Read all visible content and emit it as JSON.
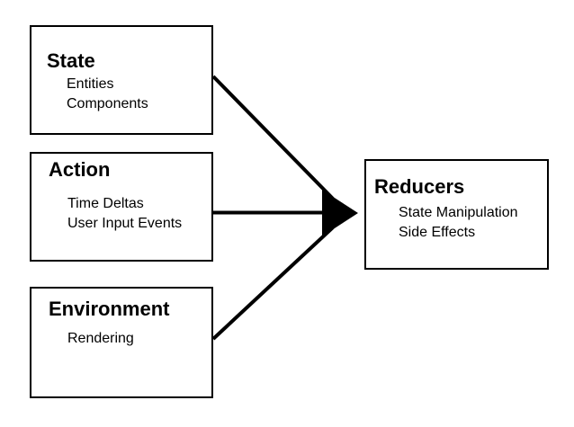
{
  "diagram": {
    "background_color": "#ffffff",
    "stroke_color": "#000000",
    "text_color": "#000000",
    "boxes": [
      {
        "title": "State",
        "items": [
          "Entities",
          "Components"
        ]
      },
      {
        "title": "Action",
        "items": [
          "Time Deltas",
          "User Input Events"
        ]
      },
      {
        "title": "Environment",
        "items": [
          "Rendering"
        ]
      },
      {
        "title": "Reducers",
        "items": [
          "State Manipulation",
          "Side Effects"
        ]
      }
    ],
    "arrows": [
      {
        "from": "State",
        "to": "Reducers"
      },
      {
        "from": "Action",
        "to": "Reducers"
      },
      {
        "from": "Environment",
        "to": "Reducers"
      }
    ]
  }
}
